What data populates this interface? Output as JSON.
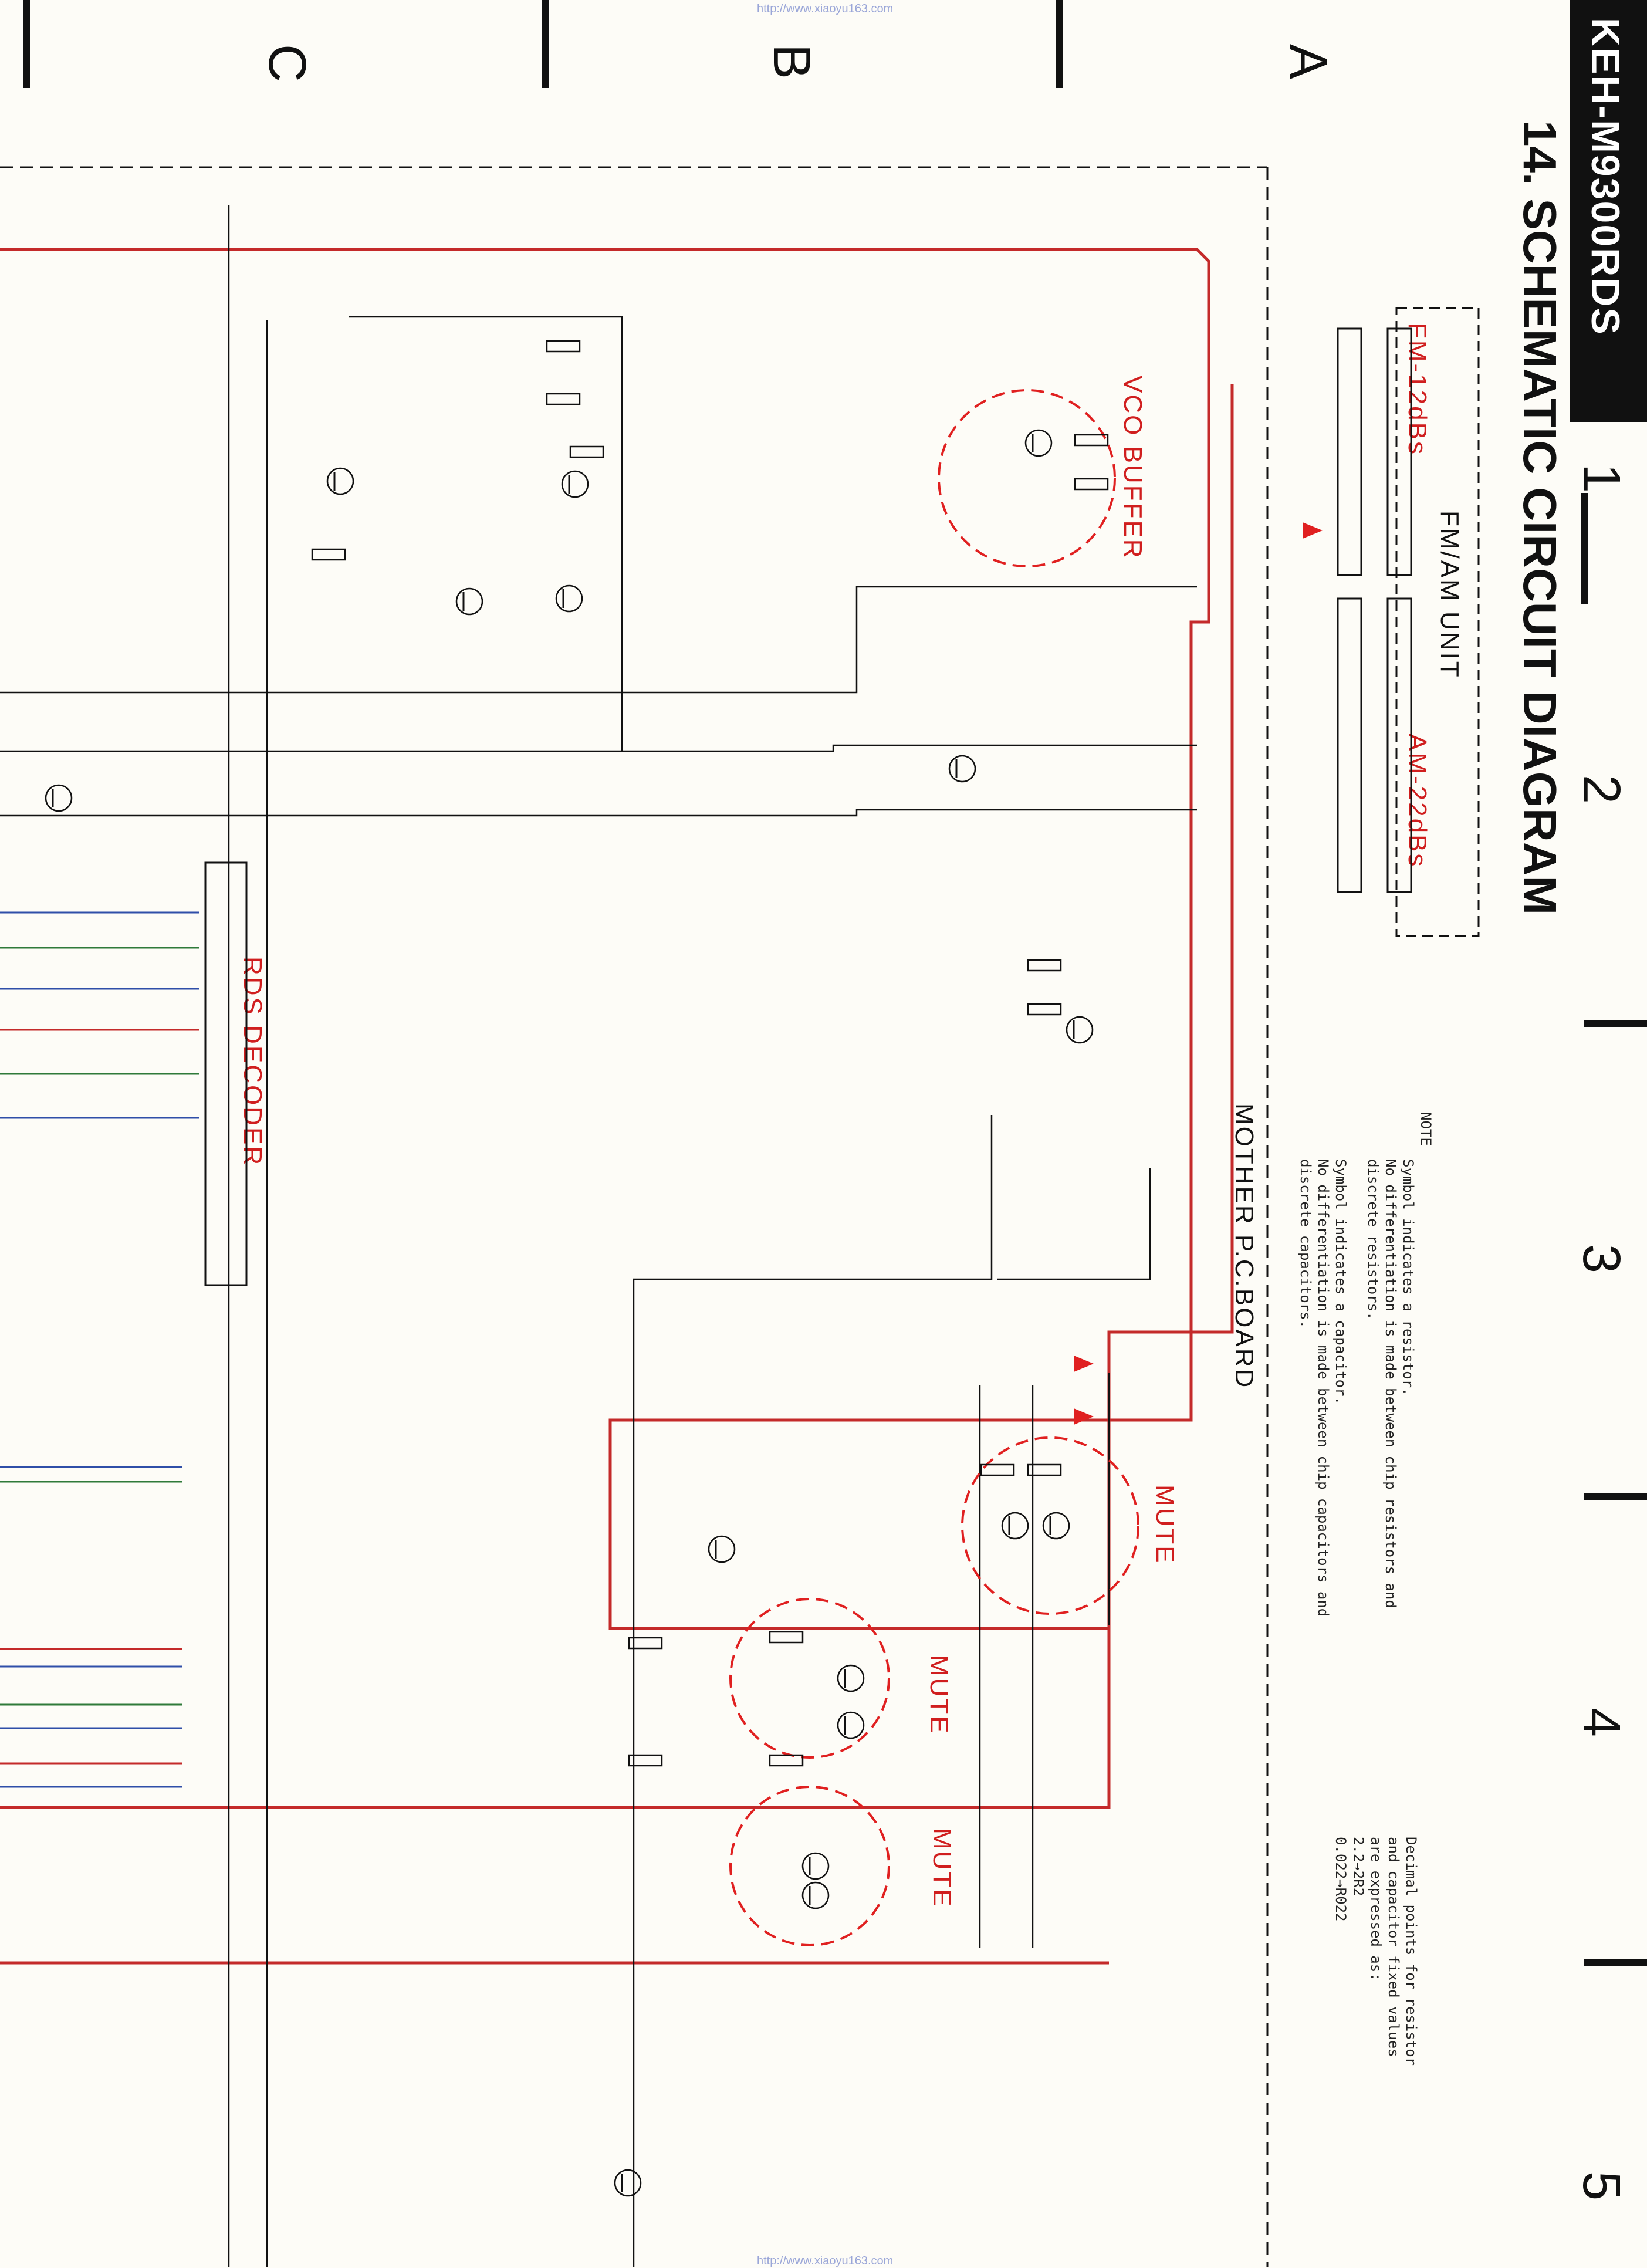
{
  "header": {
    "model": "KEH-M9300RDS",
    "section_title": "14. SCHEMATIC CIRCUIT DIAGRAM"
  },
  "grid": {
    "letters": [
      "C",
      "B",
      "A"
    ],
    "numbers": [
      "1",
      "2",
      "3",
      "4",
      "5"
    ]
  },
  "blocks": {
    "fm_am_unit": "FM/AM UNIT",
    "fm_level": "FM-12dBs",
    "am_level": "AM-22dBs",
    "vco_buffer": "VCO BUFFER",
    "rds_decoder": "RDS DECODER",
    "mother_board": "MOTHER P.C.BOARD",
    "mute_1": "MUTE",
    "mute_2": "MUTE",
    "mute_3": "MUTE"
  },
  "note": {
    "heading": "NOTE",
    "resistor": "Symbol indicates a resistor.\nNo differentiation is made between chip resistors and\ndiscrete resistors.",
    "capacitor": "Symbol indicates a capacitor.\nNo differentiation is made between chip capacitors and\ndiscrete capacitors.",
    "decimal": "Decimal points for resistor\nand capacitor fixed values\nare expressed as:\n2.2→2R2\n0.022→R022"
  },
  "watermarks": {
    "top": "http://www.xiaoyu163.com",
    "bottom": "http://www.xiaoyu163.com"
  },
  "colors": {
    "ink": "#111111",
    "trace_red": "#c42a2a",
    "trace_blue": "#2f4ea8",
    "trace_green": "#2f7a3a",
    "annotation_red": "#e02020"
  }
}
